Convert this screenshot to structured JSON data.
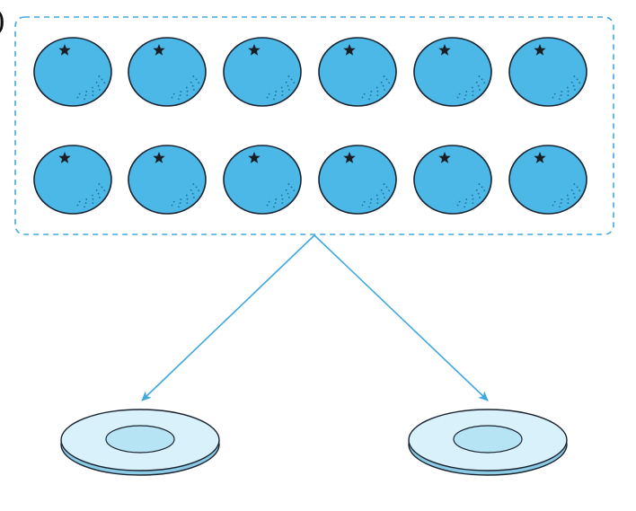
{
  "prefix_mark": ")",
  "group": {
    "rows": 2,
    "columns": 6,
    "fruit": "blueberry",
    "border_style": "dashed"
  },
  "plates": {
    "count": 2
  },
  "colors": {
    "fruit_fill": "#4bb8e8",
    "fruit_outline": "#1a2430",
    "fruit_stem": "#1b1f24",
    "border": "#3fa8df",
    "arrow": "#3fa8df",
    "plate_rim": "#d9f1fb",
    "plate_well": "#b6e4f5",
    "plate_edge": "#8ccbe6",
    "plate_outline": "#1a2430"
  }
}
